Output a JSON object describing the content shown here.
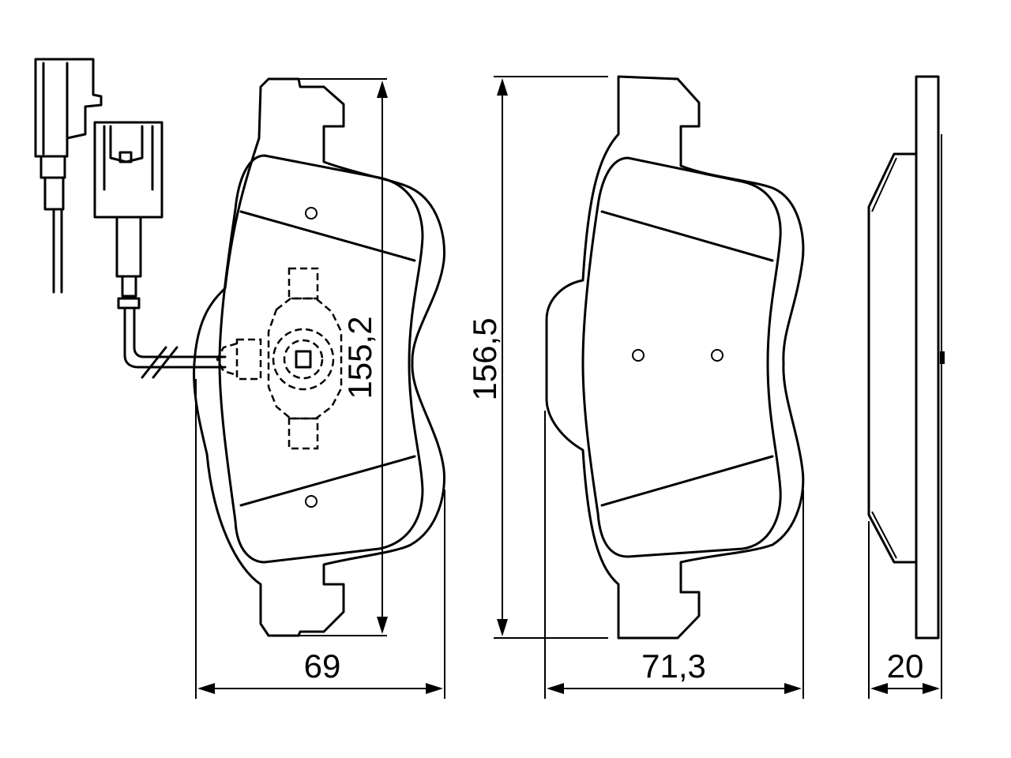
{
  "dimensions": {
    "width_pad_1": "69",
    "height_pad_1": "155,2",
    "width_pad_2": "71,3",
    "height_pad_2": "156,5",
    "thickness": "20"
  },
  "colors": {
    "line": "#000000",
    "background": "#ffffff"
  }
}
